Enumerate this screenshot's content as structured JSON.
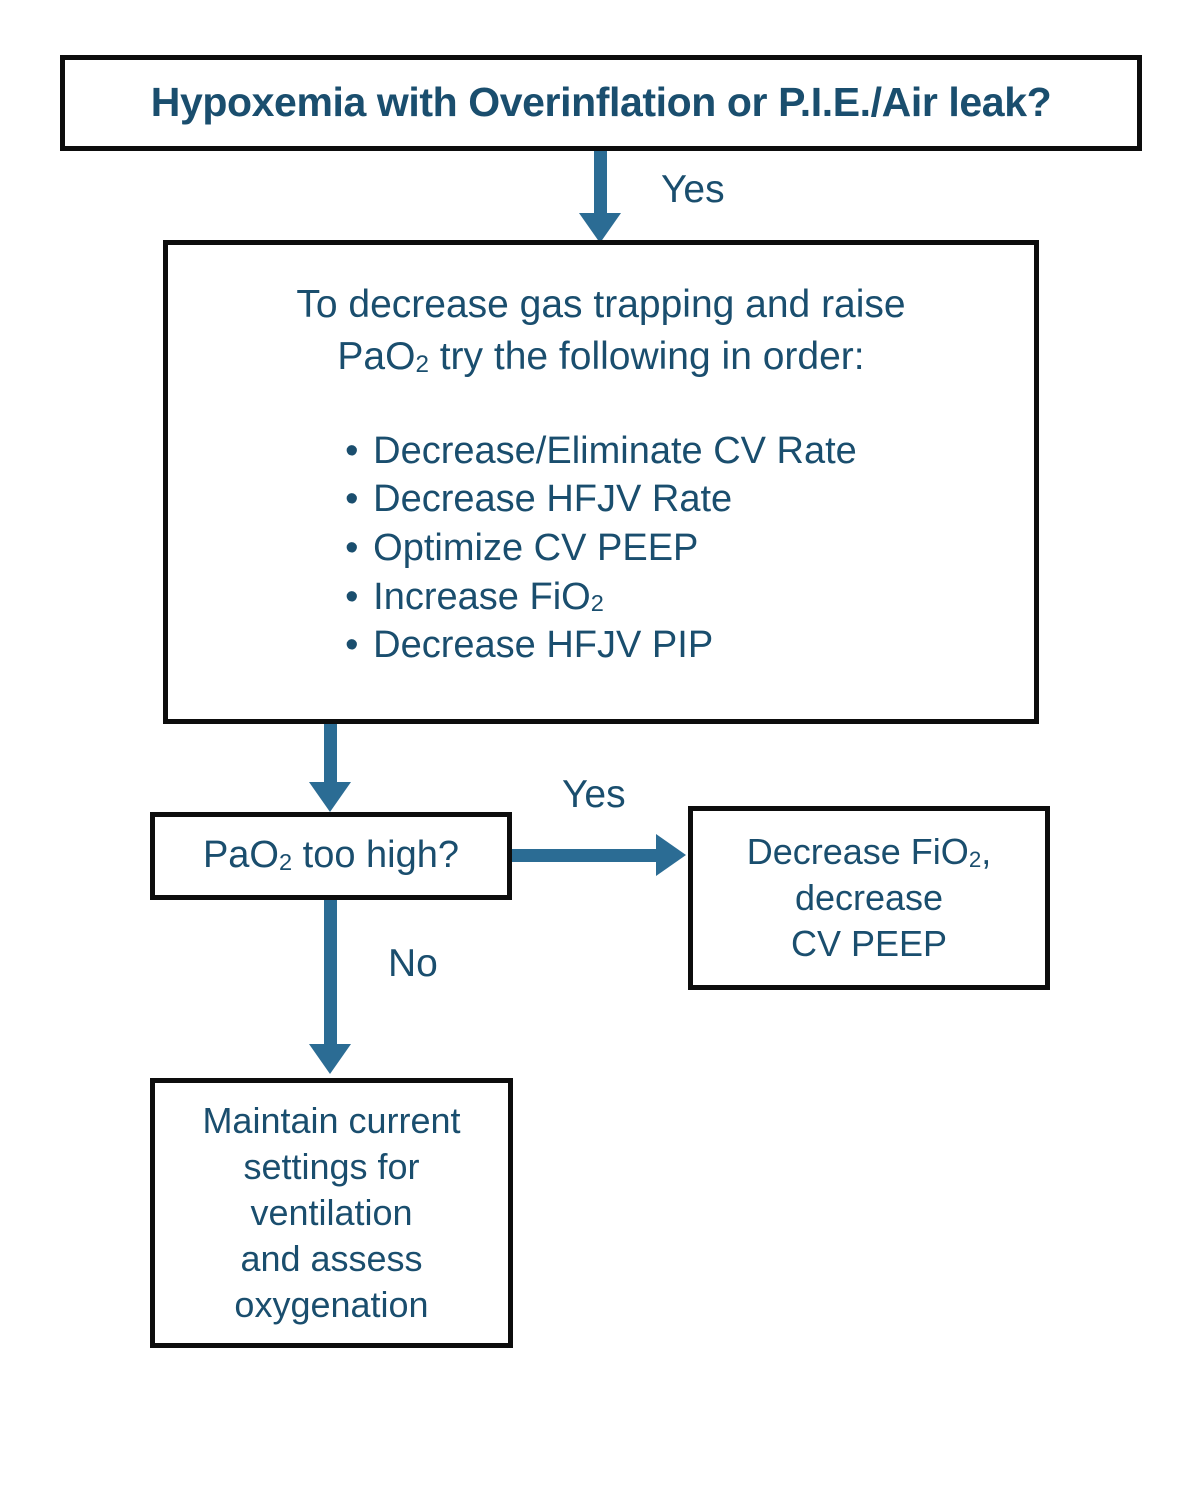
{
  "diagram": {
    "title_box": {
      "text": "Hypoxemia with Overinflation or P.I.E./Air leak?"
    },
    "steps_box": {
      "heading_line1": "To decrease gas trapping and raise",
      "heading_line2": "PaO₂ try the following in order:",
      "bullet_marker": "•",
      "items": [
        "Decrease/Eliminate CV Rate",
        "Decrease HFJV Rate",
        "Optimize CV PEEP",
        "Increase FiO₂",
        "Decrease HFJV PIP"
      ]
    },
    "decision_box": {
      "text": "PaO₂ too high?"
    },
    "yes_action_box": {
      "line1": "Decrease FiO₂,",
      "line2": "decrease",
      "line3": "CV PEEP"
    },
    "maintain_box": {
      "line1": "Maintain current",
      "line2": "settings for",
      "line3": "ventilation",
      "line4": "and assess",
      "line5": "oxygenation"
    },
    "edge_labels": {
      "yes_top": "Yes",
      "yes_right": "Yes",
      "no_down": "No"
    },
    "colors": {
      "text_blue": "#1a4e6e",
      "arrow_blue": "#2b6c94",
      "box_border": "#0d0d0d",
      "background": "#ffffff"
    }
  }
}
